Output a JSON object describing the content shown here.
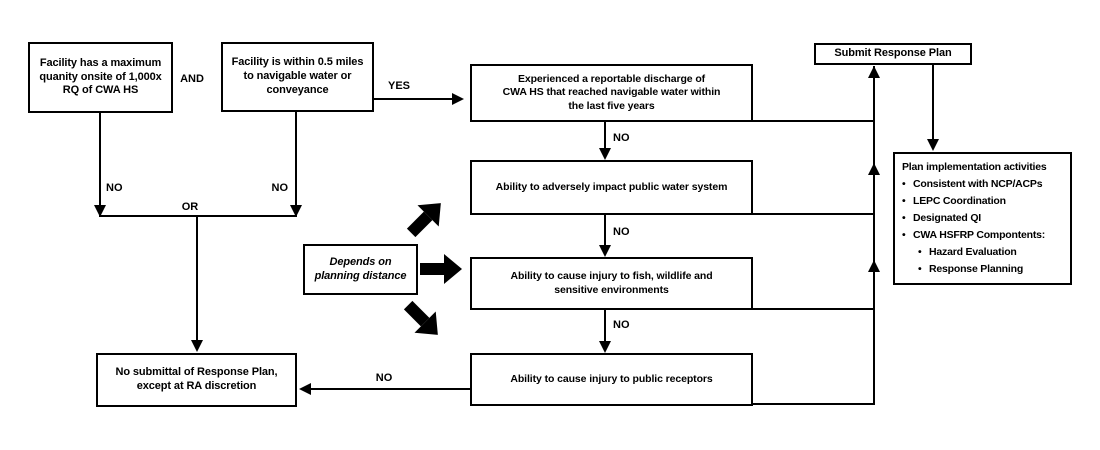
{
  "labels": {
    "yes": "YES",
    "no": "NO",
    "and": "AND",
    "or": "OR"
  },
  "boxes": {
    "facility_quantity": "Facility has a maximum\nquanity onsite of 1,000x\nRQ of CWA HS",
    "facility_distance": "Facility is within 0.5 miles\nto navigable water or\nconveyance",
    "experienced_discharge": "Experienced a reportable discharge of\nCWA HS that reached navigable water within\nthe last five years",
    "water_system": "Ability to adversely impact public water system",
    "fish_wildlife": "Ability to cause injury to fish, wildlife and\nsensitive environments",
    "public_receptors": "Ability to cause injury to public receptors",
    "no_submittal": "No submittal of Response Plan,\nexcept at RA discretion",
    "depends": "Depends on\nplanning distance",
    "submit": "Submit Response Plan"
  },
  "plan_implementation": {
    "title": "Plan implementation activities",
    "bullet": "•",
    "items": [
      "Consistent with NCP/ACPs",
      "LEPC Coordination",
      "Designated QI",
      "CWA HSFRP Compontents:"
    ],
    "subitems": [
      "Hazard Evaluation",
      "Response Planning"
    ]
  }
}
